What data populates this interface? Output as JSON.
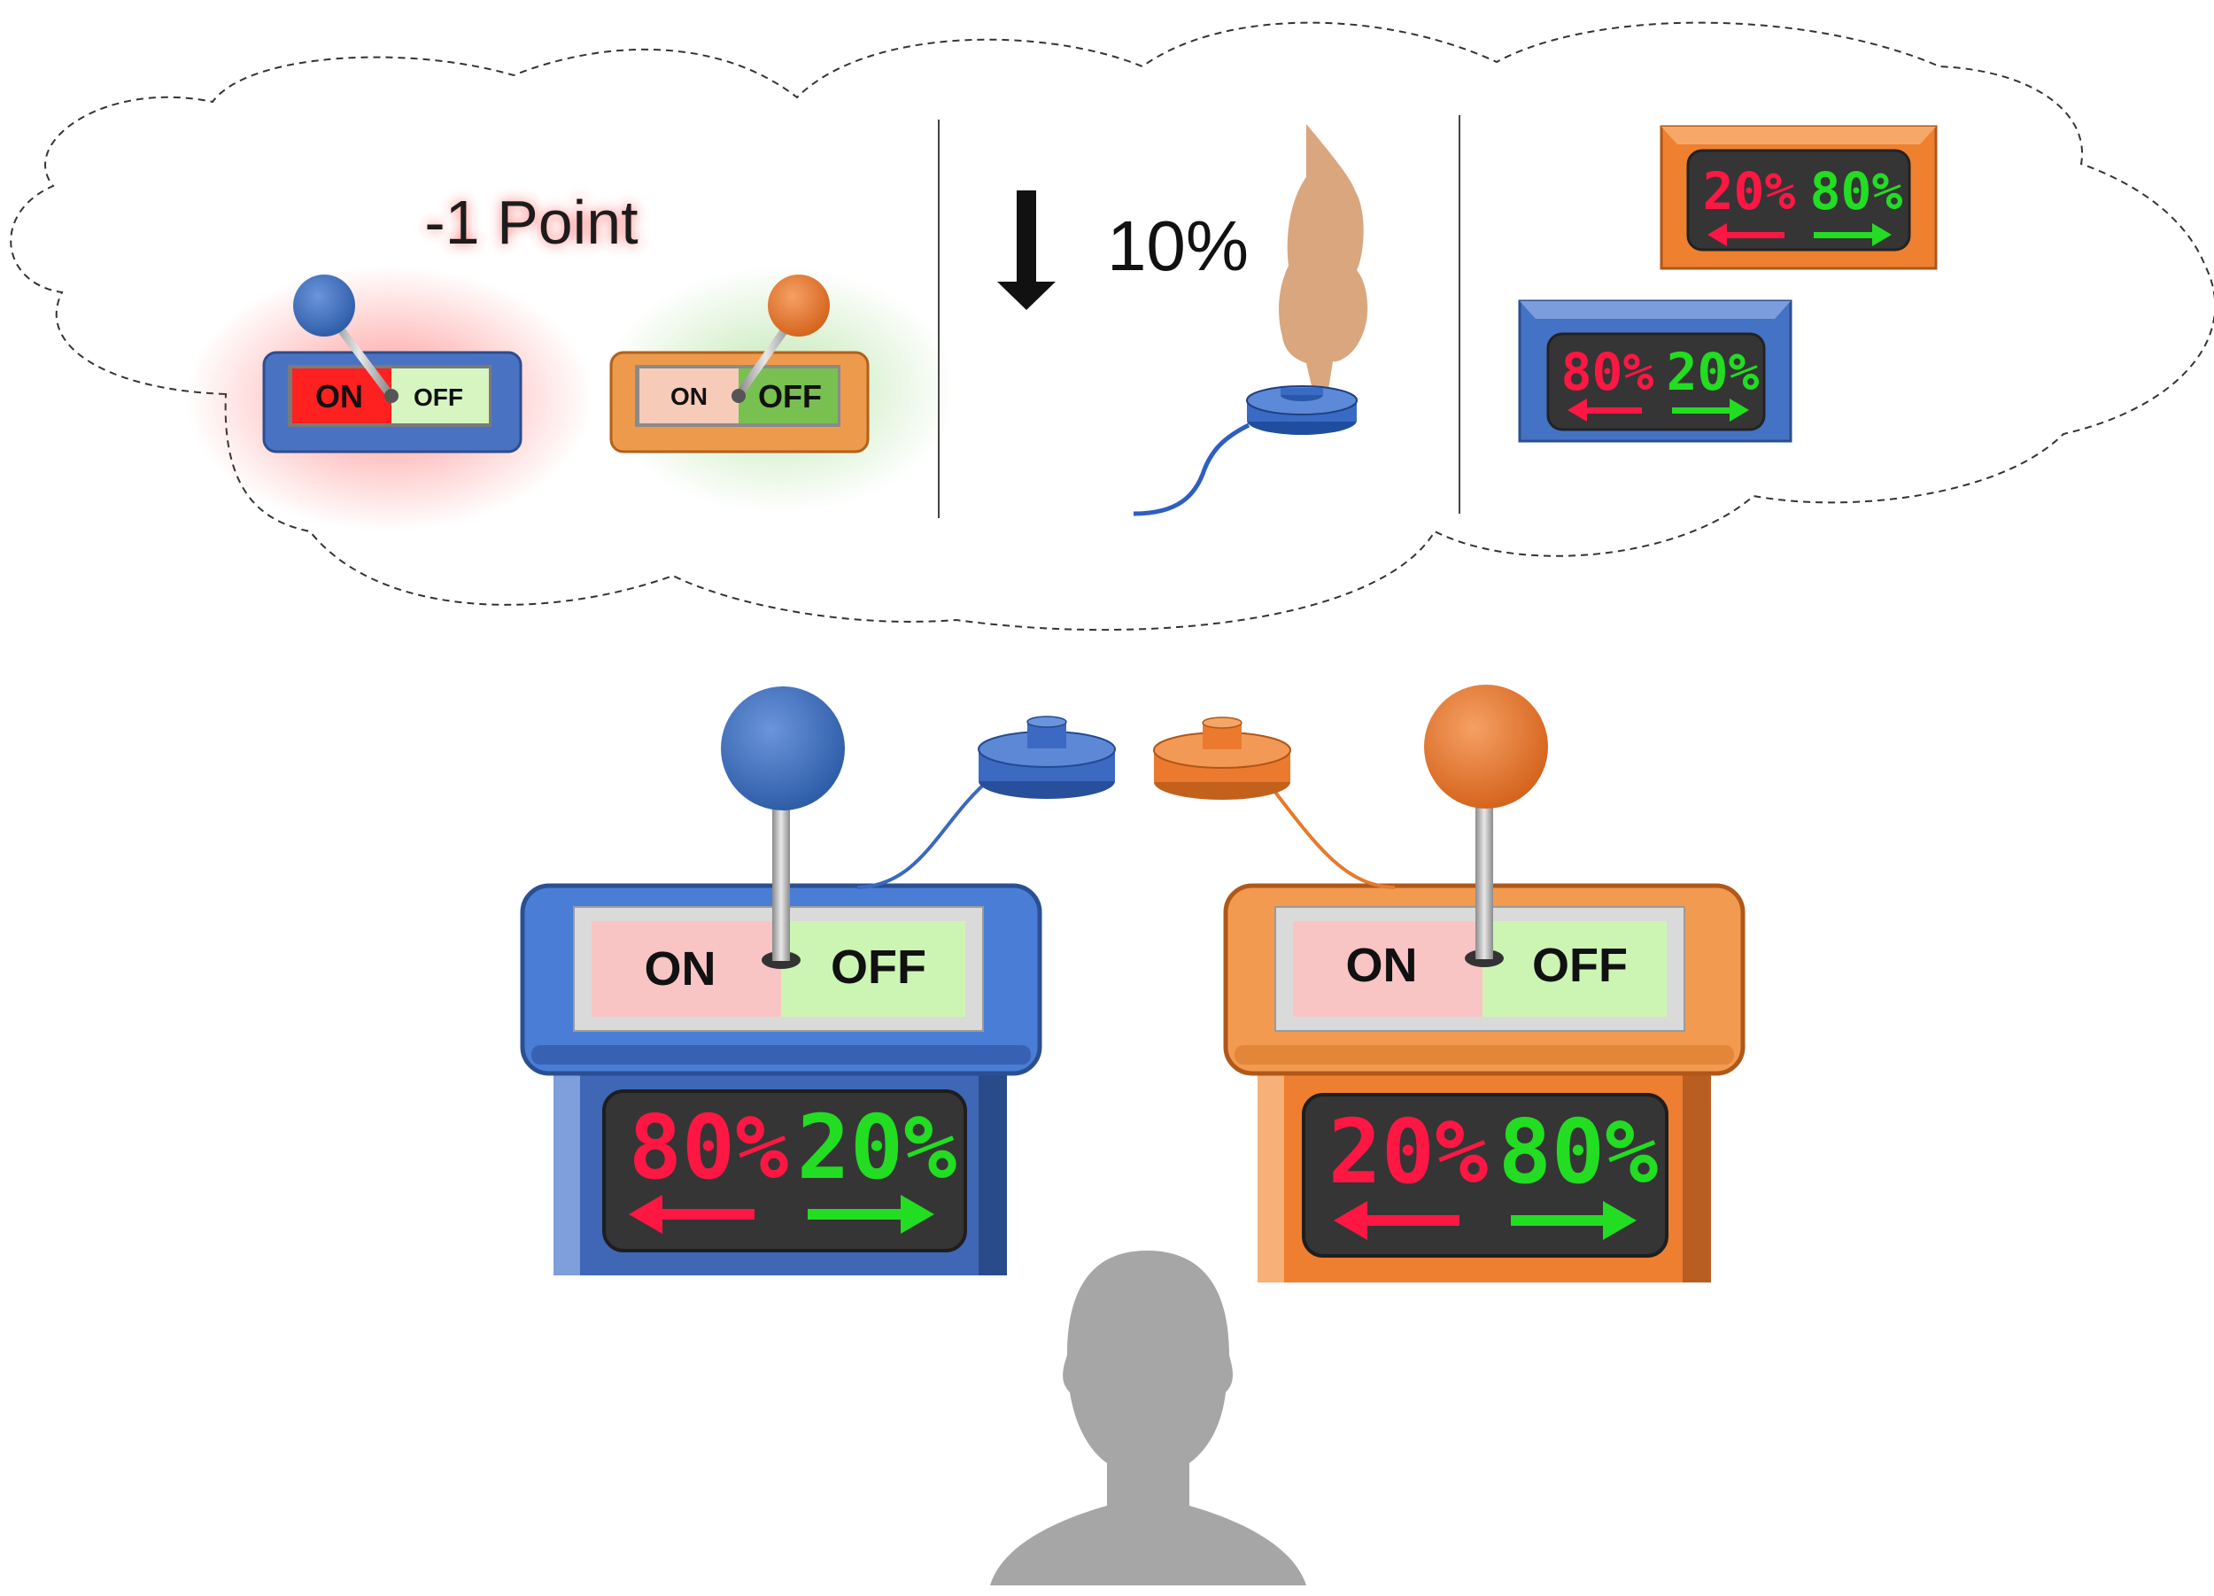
{
  "cloud": {
    "penalty_text": "-1 Point",
    "probability_text": "10%",
    "mini_blue_switch": {
      "on": "ON",
      "off": "OFF"
    },
    "mini_orange_switch": {
      "on": "ON",
      "off": "OFF"
    },
    "mini_orange_display": {
      "left": "20%",
      "right": "80%"
    },
    "mini_blue_display": {
      "left": "80%",
      "right": "20%"
    }
  },
  "blue_console": {
    "on": "ON",
    "off": "OFF",
    "left_pct": "80%",
    "right_pct": "20%"
  },
  "orange_console": {
    "on": "ON",
    "off": "OFF",
    "left_pct": "20%",
    "right_pct": "80%"
  },
  "colors": {
    "blue": "#4472C4",
    "orange": "#ED7D31",
    "red_led": "#FF1744",
    "green_led": "#22DD22",
    "on_panel": "#F9C4C4",
    "off_panel": "#CCF5B4",
    "silhouette": "#A6A6A6"
  }
}
